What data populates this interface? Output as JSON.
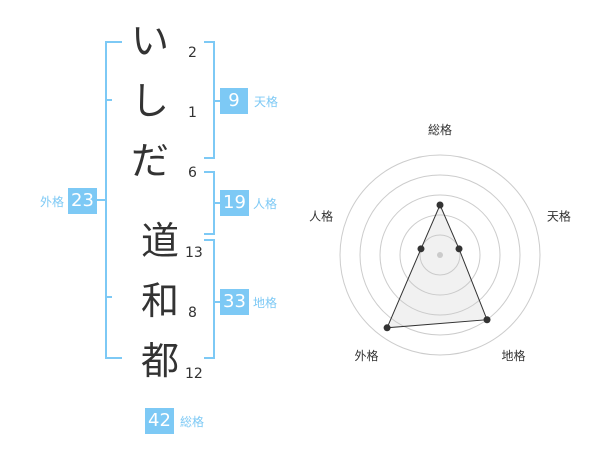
{
  "name_chars": [
    {
      "char": "い",
      "strokes": "2"
    },
    {
      "char": "し",
      "strokes": "1"
    },
    {
      "char": "だ",
      "strokes": "6"
    },
    {
      "char": "道",
      "strokes": "13"
    },
    {
      "char": "和",
      "strokes": "8"
    },
    {
      "char": "都",
      "strokes": "12"
    }
  ],
  "kaku": {
    "tenkaku": {
      "label": "天格",
      "value": "9"
    },
    "jinkaku": {
      "label": "人格",
      "value": "19"
    },
    "chikaku": {
      "label": "地格",
      "value": "33"
    },
    "gaikaku": {
      "label": "外格",
      "value": "23"
    },
    "soukaku": {
      "label": "総格",
      "value": "42"
    }
  },
  "colors": {
    "accent": "#7dc9f5",
    "text": "#333333",
    "grid": "#cccccc"
  },
  "chart_data": {
    "type": "radar",
    "axes": [
      "総格",
      "天格",
      "地格",
      "外格",
      "人格"
    ],
    "values": [
      2.5,
      1,
      4,
      4.5,
      1
    ],
    "rmax": 5,
    "rings": 5
  }
}
